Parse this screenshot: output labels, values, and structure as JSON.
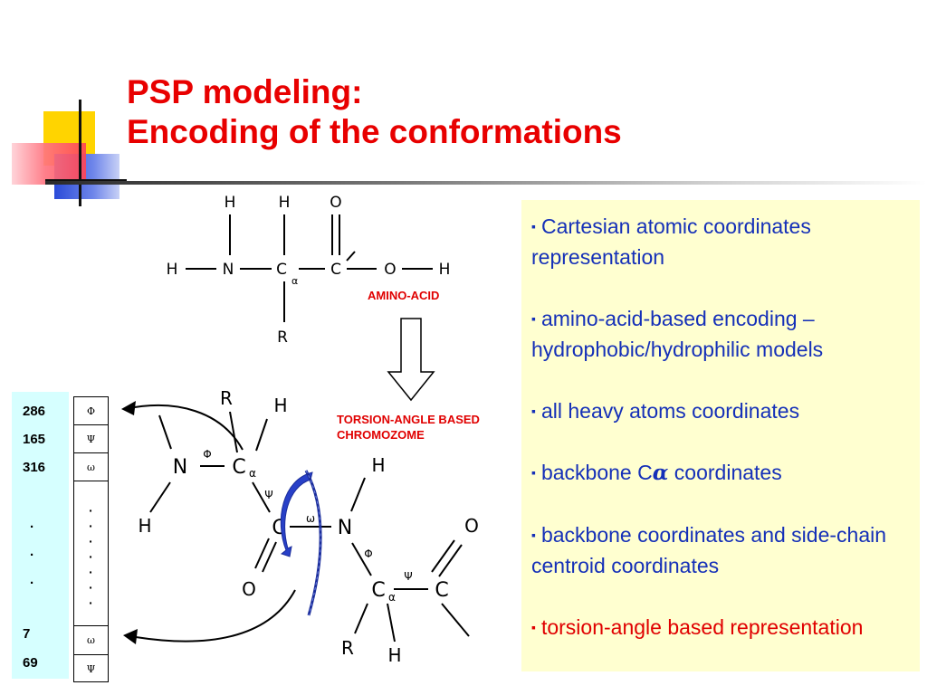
{
  "slide": {
    "title_line1": "PSP modeling:",
    "title_line2": "Encoding of the conformations"
  },
  "labels": {
    "amino_acid": "AMINO-ACID",
    "torsion_line1": "TORSION-ANGLE BASED",
    "torsion_line2": "CHROMOZOME"
  },
  "amino_acid_structure": {
    "atoms": {
      "h_top_left": "H",
      "h_top_mid": "H",
      "o_top": "O",
      "h_left": "H",
      "n": "N",
      "c_alpha": "C",
      "alpha": "α",
      "c": "C",
      "o_right": "O",
      "h_right": "H",
      "r_bottom": "R"
    }
  },
  "backbone_structure": {
    "atoms": {
      "r1": "R",
      "h1": "H",
      "n1": "N",
      "ca1": "C",
      "alpha1": "α",
      "h_n1": "H",
      "c1": "C",
      "o1": "O",
      "n2": "N",
      "h_n2": "H",
      "o2": "O",
      "ca2": "C",
      "alpha2": "α",
      "c2": "C",
      "r2": "R",
      "h2": "H"
    },
    "angles": {
      "phi1": "Φ",
      "psi1": "Ψ",
      "omega": "ω",
      "phi2": "Φ",
      "psi2": "Ψ"
    }
  },
  "chromosome": {
    "numbers_top": [
      "286",
      "165",
      "316"
    ],
    "dots": ".",
    "numbers_bottom": [
      "7",
      "69"
    ],
    "cells_top": [
      "Φ",
      "Ψ",
      "ω"
    ],
    "cells_bottom": [
      "ω",
      "Ψ"
    ],
    "vdots": "·"
  },
  "bullets": [
    {
      "text": "Cartesian atomic coordinates representation",
      "color": "#1530b8"
    },
    {
      "text": "amino-acid-based encoding – hydrophobic/hydrophilic models",
      "color": "#1530b8"
    },
    {
      "text": "all heavy atoms coordinates",
      "color": "#1530b8"
    },
    {
      "pre": "backbone C",
      "alpha": "α",
      "post": " coordinates",
      "color": "#1530b8"
    },
    {
      "text": "backbone coordinates and side-chain centroid coordinates",
      "color": "#1530b8"
    },
    {
      "text": "torsion-angle based representation",
      "color": "#e00000"
    }
  ],
  "bullet_marker": "▪",
  "colors": {
    "title": "#e80000",
    "accent_blue": "#1530b8",
    "box_bg": "#ffffd0",
    "number_bg": "#d6ffff"
  }
}
